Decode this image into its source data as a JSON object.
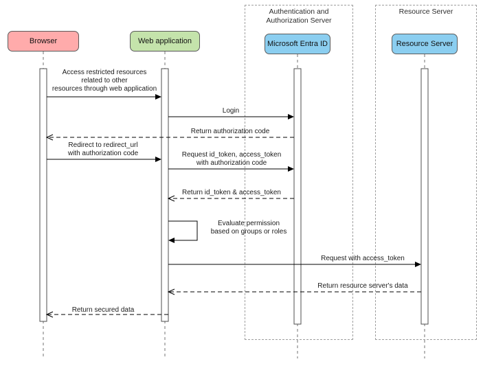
{
  "diagram": {
    "frames": [
      {
        "label_lines": [
          "Authentication and",
          "Authorization Server"
        ]
      },
      {
        "label_lines": [
          "Resource Server"
        ]
      }
    ],
    "actors": [
      {
        "label": "Browser"
      },
      {
        "label": "Web application"
      },
      {
        "label": "Microsoft Entra ID"
      },
      {
        "label": "Resource Server"
      }
    ],
    "messages": [
      {
        "type": "solid",
        "from": "Browser",
        "to": "Web application",
        "lines": [
          "Access restricted resources",
          "related to other",
          "resources through web application"
        ]
      },
      {
        "type": "solid",
        "from": "Web application",
        "to": "Microsoft Entra ID",
        "lines": [
          "Login"
        ]
      },
      {
        "type": "dashed",
        "from": "Microsoft Entra ID",
        "to": "Browser",
        "lines": [
          "Return authorization code"
        ]
      },
      {
        "type": "solid",
        "from": "Browser",
        "to": "Web application",
        "lines": [
          "Redirect to redirect_url",
          "with authorization code"
        ]
      },
      {
        "type": "solid",
        "from": "Web application",
        "to": "Microsoft Entra ID",
        "lines": [
          "Request id_token, access_token",
          "with authorization code"
        ]
      },
      {
        "type": "dashed",
        "from": "Microsoft Entra ID",
        "to": "Web application",
        "lines": [
          "Return id_token & access_token"
        ]
      },
      {
        "type": "self",
        "from": "Web application",
        "to": "Web application",
        "lines": [
          "Evaluate permission",
          "based on groups or roles"
        ]
      },
      {
        "type": "solid",
        "from": "Web application",
        "to": "Resource Server",
        "lines": [
          "Request with access_token"
        ]
      },
      {
        "type": "dashed",
        "from": "Resource Server",
        "to": "Web application",
        "lines": [
          "Return resource server's data"
        ]
      },
      {
        "type": "dashed",
        "from": "Web application",
        "to": "Browser",
        "lines": [
          "Return secured data"
        ]
      }
    ],
    "colors": {
      "browser_fill": "#ffabab",
      "webapp_fill": "#c4e3ab",
      "server_fill": "#8bcef0",
      "frame_border": "#9e9e9e"
    }
  }
}
